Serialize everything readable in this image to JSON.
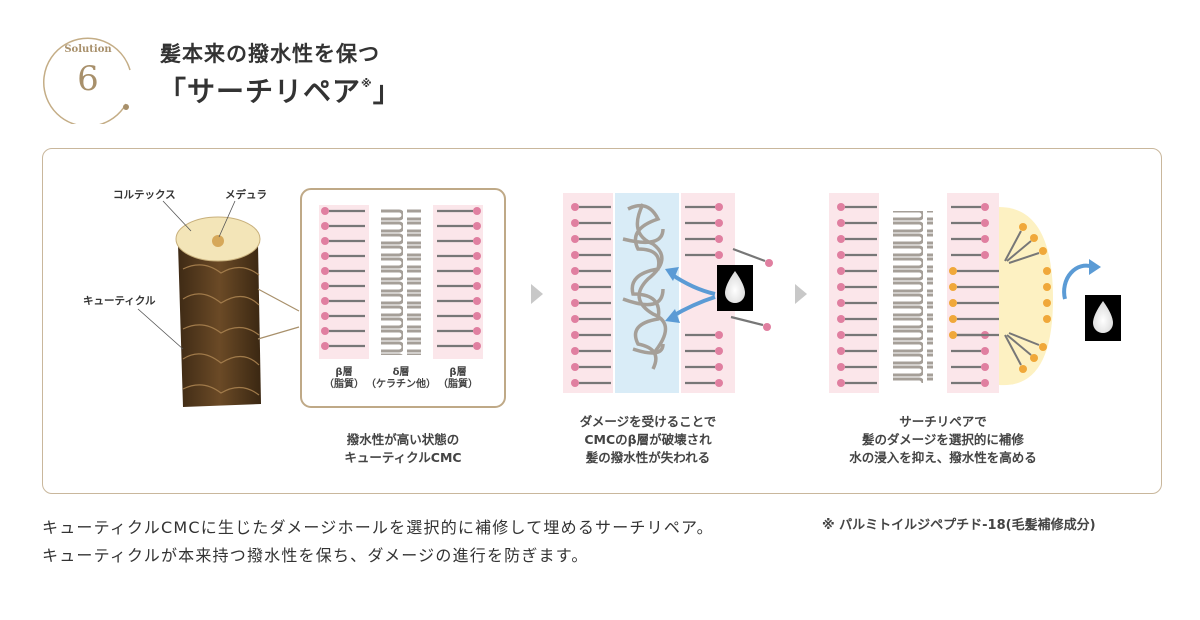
{
  "badge": {
    "label": "Solution",
    "number": "6"
  },
  "header": {
    "subtitle": "髪本来の撥水性を保つ",
    "title": "「サーチリペア",
    "title_mark": "※",
    "title_close": "」"
  },
  "labels": {
    "cortex": "コルテックス",
    "medulla": "メデュラ",
    "cuticle": "キューティクル",
    "layer_beta1": "β層",
    "layer_beta1_sub": "（脂質）",
    "layer_delta": "δ層",
    "layer_delta_sub": "（ケラチン他）",
    "layer_beta2": "β層",
    "layer_beta2_sub": "（脂質）"
  },
  "captions": {
    "c1_line1": "撥水性が高い状態の",
    "c1_line2": "キューティクルCMC",
    "c2_line1": "ダメージを受けることで",
    "c2_line2": "CMCのβ層が破壊され",
    "c2_line3": "髪の撥水性が失われる",
    "c3_line1": "サーチリペアで",
    "c3_line2": "髪のダメージを選択的に補修",
    "c3_line3": "水の浸入を抑え、撥水性を高める"
  },
  "body": {
    "line1": "キューティクルCMCに生じたダメージホールを選択的に補修して埋めるサーチリペア。",
    "line2": "キューティクルが本来持つ撥水性を保ち、ダメージの進行を防ぎます。"
  },
  "note": "※ パルミトイルジペプチド-18(毛髪補修成分)",
  "colors": {
    "accent": "#a8906b",
    "lipid_pink": "#e07fa0",
    "repair_orange": "#f0a83a",
    "arrow_blue": "#5b9bd5",
    "panel_border": "#c9b79c"
  }
}
